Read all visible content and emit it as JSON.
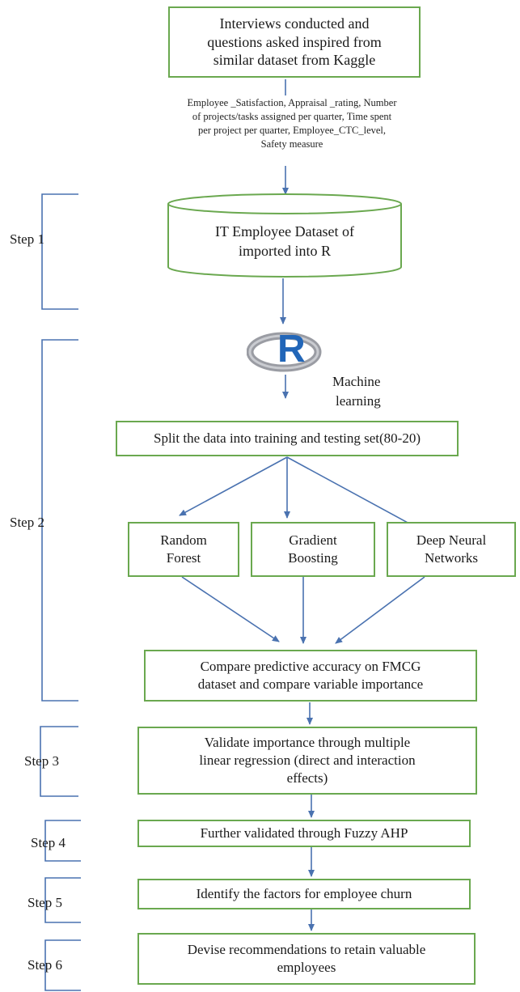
{
  "source_box": {
    "line1": "Interviews conducted and",
    "line2": "questions asked inspired from",
    "line3": "similar dataset from Kaggle"
  },
  "variables_note": {
    "line1": "Employee _Satisfaction, Appraisal _rating, Number",
    "line2": "of projects/tasks assigned per quarter, Time spent",
    "line3": "per project per quarter, Employee_CTC_level,",
    "line4": "Safety measure"
  },
  "dataset_cylinder": {
    "line1": "IT Employee Dataset of",
    "line2": "imported into R"
  },
  "r_logo": {
    "letter": "R"
  },
  "machine_learning": {
    "line1": "Machine",
    "line2": "learning"
  },
  "split_box": {
    "text": "Split the data into training and testing set(80-20)"
  },
  "models": [
    {
      "line1": "Random",
      "line2": "Forest"
    },
    {
      "line1": "Gradient",
      "line2": "Boosting"
    },
    {
      "line1": "Deep Neural",
      "line2": "Networks"
    }
  ],
  "compare_box": {
    "line1": "Compare predictive accuracy on FMCG",
    "line2": "dataset and compare variable importance"
  },
  "validate_box": {
    "line1": "Validate importance through multiple",
    "line2": "linear regression  (direct and interaction",
    "line3": "effects)"
  },
  "fuzzy_box": {
    "text": "Further validated through Fuzzy AHP"
  },
  "identify_box": {
    "text": "Identify the factors for employee churn"
  },
  "devise_box": {
    "line1": "Devise recommendations to retain valuable",
    "line2": "employees"
  },
  "steps": [
    "Step 1",
    "Step 2",
    "Step 3",
    "Step 4",
    "Step 5",
    "Step 6"
  ],
  "colors": {
    "box_border": "#6aa84f",
    "arrow": "#4a72b0",
    "bracket": "#4a72b0",
    "r_blue": "#2266b8",
    "r_gray": "#9a9ca3"
  }
}
